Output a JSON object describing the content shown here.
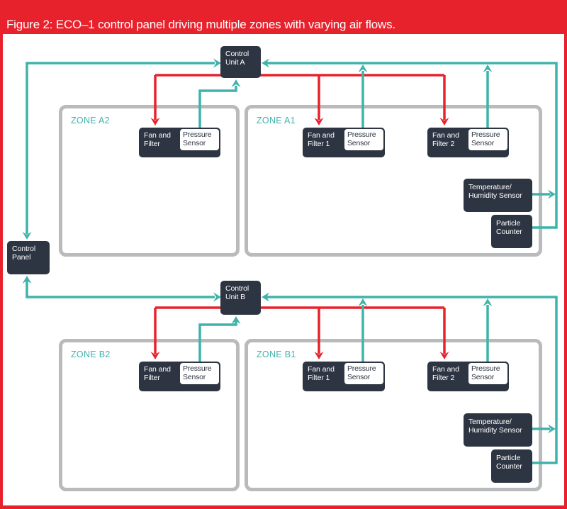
{
  "figure": {
    "title": "Figure 2: ECO–1 control panel driving multiple zones with varying air flows."
  },
  "colors": {
    "frame_red": "#e8222c",
    "control_signal_red": "#e8222c",
    "sensor_feedback_teal": "#3fb3ab",
    "node_dark": "#2e3542",
    "zone_border_gray": "#b9babc",
    "background_white": "#ffffff"
  },
  "zones": {
    "a2": {
      "label": "ZONE A2"
    },
    "a1": {
      "label": "ZONE A1"
    },
    "b2": {
      "label": "ZONE B2"
    },
    "b1": {
      "label": "ZONE B1"
    }
  },
  "nodes": {
    "control_panel": "Control\nPanel",
    "control_unit_a": "Control\nUnit A",
    "control_unit_b": "Control\nUnit B",
    "fan_filter": "Fan and\nFilter",
    "fan_filter_1": "Fan and\nFilter 1",
    "fan_filter_2": "Fan and\nFilter 2",
    "pressure_sensor": "Pressure\nSensor",
    "temp_humidity_sensor": "Temperature/\nHumidity Sensor",
    "particle_counter": "Particle\nCounter"
  }
}
